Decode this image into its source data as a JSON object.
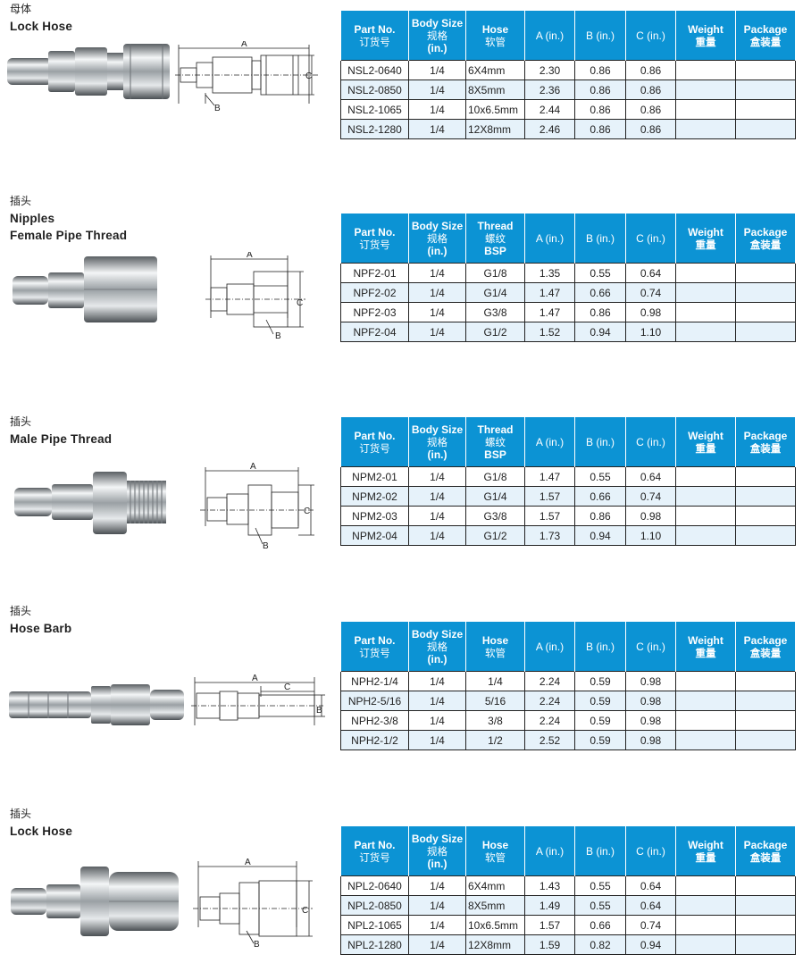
{
  "sections": [
    {
      "cn": "母体",
      "en_lines": [
        "Lock Hose"
      ],
      "headers": [
        {
          "en": "Part No.",
          "cn": "订货号"
        },
        {
          "en": "Body Size",
          "cn": "规格",
          "en2": "(in.)"
        },
        {
          "en": "Hose",
          "cn": "软管"
        },
        {
          "en": "A (in.)"
        },
        {
          "en": "B (in.)"
        },
        {
          "en": "C (in.)"
        },
        {
          "en": "Weight",
          "cn": "重量"
        },
        {
          "en": "Package",
          "cn": "盒装量"
        }
      ],
      "rows": [
        [
          "NSL2-0640",
          "1/4",
          "6X4mm",
          "2.30",
          "0.86",
          "0.86",
          "",
          ""
        ],
        [
          "NSL2-0850",
          "1/4",
          "8X5mm",
          "2.36",
          "0.86",
          "0.86",
          "",
          ""
        ],
        [
          "NSL2-1065",
          "1/4",
          "10x6.5mm",
          "2.44",
          "0.86",
          "0.86",
          "",
          ""
        ],
        [
          "NSL2-1280",
          "1/4",
          "12X8mm",
          "2.46",
          "0.86",
          "0.86",
          "",
          ""
        ]
      ]
    },
    {
      "cn": "插头",
      "en_lines": [
        "Nipples",
        "Female Pipe Thread"
      ],
      "headers": [
        {
          "en": "Part No.",
          "cn": "订货号"
        },
        {
          "en": "Body Size",
          "cn": "规格",
          "en2": "(in.)"
        },
        {
          "en": "Thread",
          "cn": "螺纹",
          "en2": "BSP"
        },
        {
          "en": "A (in.)"
        },
        {
          "en": "B (in.)"
        },
        {
          "en": "C (in.)"
        },
        {
          "en": "Weight",
          "cn": "重量"
        },
        {
          "en": "Package",
          "cn": "盒装量"
        }
      ],
      "rows": [
        [
          "NPF2-01",
          "1/4",
          "G1/8",
          "1.35",
          "0.55",
          "0.64",
          "",
          ""
        ],
        [
          "NPF2-02",
          "1/4",
          "G1/4",
          "1.47",
          "0.66",
          "0.74",
          "",
          ""
        ],
        [
          "NPF2-03",
          "1/4",
          "G3/8",
          "1.47",
          "0.86",
          "0.98",
          "",
          ""
        ],
        [
          "NPF2-04",
          "1/4",
          "G1/2",
          "1.52",
          "0.94",
          "1.10",
          "",
          ""
        ]
      ]
    },
    {
      "cn": "插头",
      "en_lines": [
        "Male Pipe Thread"
      ],
      "headers": [
        {
          "en": "Part No.",
          "cn": "订货号"
        },
        {
          "en": "Body Size",
          "cn": "规格",
          "en2": "(in.)"
        },
        {
          "en": "Thread",
          "cn": "螺纹",
          "en2": "BSP"
        },
        {
          "en": "A (in.)"
        },
        {
          "en": "B (in.)"
        },
        {
          "en": "C (in.)"
        },
        {
          "en": "Weight",
          "cn": "重量"
        },
        {
          "en": "Package",
          "cn": "盒装量"
        }
      ],
      "rows": [
        [
          "NPM2-01",
          "1/4",
          "G1/8",
          "1.47",
          "0.55",
          "0.64",
          "",
          ""
        ],
        [
          "NPM2-02",
          "1/4",
          "G1/4",
          "1.57",
          "0.66",
          "0.74",
          "",
          ""
        ],
        [
          "NPM2-03",
          "1/4",
          "G3/8",
          "1.57",
          "0.86",
          "0.98",
          "",
          ""
        ],
        [
          "NPM2-04",
          "1/4",
          "G1/2",
          "1.73",
          "0.94",
          "1.10",
          "",
          ""
        ]
      ]
    },
    {
      "cn": "插头",
      "en_lines": [
        "Hose Barb"
      ],
      "headers": [
        {
          "en": "Part No.",
          "cn": "订货号"
        },
        {
          "en": "Body Size",
          "cn": "规格",
          "en2": "(in.)"
        },
        {
          "en": "Hose",
          "cn": "软管"
        },
        {
          "en": "A (in.)"
        },
        {
          "en": "B (in.)"
        },
        {
          "en": "C (in.)"
        },
        {
          "en": "Weight",
          "cn": "重量"
        },
        {
          "en": "Package",
          "cn": "盒装量"
        }
      ],
      "rows": [
        [
          "NPH2-1/4",
          "1/4",
          "1/4",
          "2.24",
          "0.59",
          "0.98",
          "",
          ""
        ],
        [
          "NPH2-5/16",
          "1/4",
          "5/16",
          "2.24",
          "0.59",
          "0.98",
          "",
          ""
        ],
        [
          "NPH2-3/8",
          "1/4",
          "3/8",
          "2.24",
          "0.59",
          "0.98",
          "",
          ""
        ],
        [
          "NPH2-1/2",
          "1/4",
          "1/2",
          "2.52",
          "0.59",
          "0.98",
          "",
          ""
        ]
      ]
    },
    {
      "cn": "插头",
      "en_lines": [
        "Lock Hose"
      ],
      "headers": [
        {
          "en": "Part No.",
          "cn": "订货号"
        },
        {
          "en": "Body Size",
          "cn": "规格",
          "en2": "(in.)"
        },
        {
          "en": "Hose",
          "cn": "软管"
        },
        {
          "en": "A (in.)"
        },
        {
          "en": "B (in.)"
        },
        {
          "en": "C (in.)"
        },
        {
          "en": "Weight",
          "cn": "重量"
        },
        {
          "en": "Package",
          "cn": "盒装量"
        }
      ],
      "rows": [
        [
          "NPL2-0640",
          "1/4",
          "6X4mm",
          "1.43",
          "0.55",
          "0.64",
          "",
          ""
        ],
        [
          "NPL2-0850",
          "1/4",
          "8X5mm",
          "1.49",
          "0.55",
          "0.64",
          "",
          ""
        ],
        [
          "NPL2-1065",
          "1/4",
          "10x6.5mm",
          "1.57",
          "0.66",
          "0.74",
          "",
          ""
        ],
        [
          "NPL2-1280",
          "1/4",
          "12X8mm",
          "1.59",
          "0.82",
          "0.94",
          "",
          ""
        ]
      ]
    }
  ],
  "dimension_letters": {
    "a": "A",
    "b": "B",
    "c": "C"
  },
  "colors": {
    "header_bg": "#0c93d4",
    "alt_row": "#e6f2fa"
  }
}
